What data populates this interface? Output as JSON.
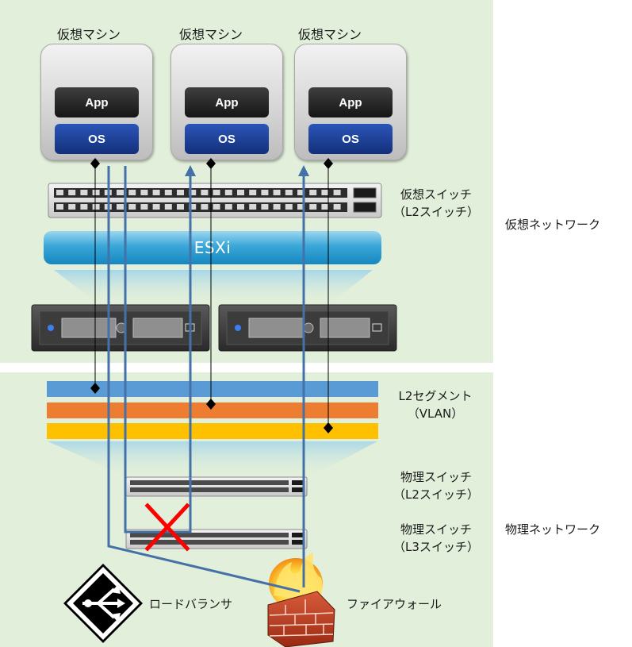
{
  "vms": [
    {
      "title": "仮想マシン",
      "app": "App",
      "os": "OS"
    },
    {
      "title": "仮想マシン",
      "app": "App",
      "os": "OS"
    },
    {
      "title": "仮想マシン",
      "app": "App",
      "os": "OS"
    }
  ],
  "virtual_switch": {
    "line1": "仮想スイッチ",
    "line2": "（L2スイッチ）"
  },
  "hypervisor": {
    "label": "ESXi"
  },
  "regions": {
    "virtual": "仮想ネットワーク",
    "physical": "物理ネットワーク"
  },
  "l2_segment": {
    "line1": "L2セグメント",
    "line2": "（VLAN）"
  },
  "physical_switch_l2": {
    "line1": "物理スイッチ",
    "line2": "（L2スイッチ）"
  },
  "physical_switch_l3": {
    "line1": "物理スイッチ",
    "line2": "（L3スイッチ）"
  },
  "load_balancer": {
    "label": "ロードバランサ"
  },
  "firewall": {
    "label": "ファイアウォール"
  },
  "colors": {
    "background": "#e2efda",
    "vlan_blue": "#5b9bd5",
    "vlan_orange": "#ed7d31",
    "vlan_yellow": "#ffc000",
    "flow_line": "#4472a8",
    "blocked_mark": "#ff0000"
  }
}
